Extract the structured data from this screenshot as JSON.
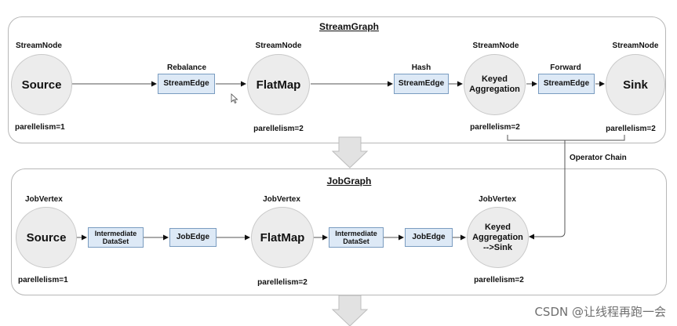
{
  "stream_graph": {
    "title": "StreamGraph",
    "nodes": [
      {
        "type_label": "StreamNode",
        "name": "Source",
        "parallelism": "parellelism=1"
      },
      {
        "type_label": "StreamNode",
        "name": "FlatMap",
        "parallelism": "parellelism=2"
      },
      {
        "type_label": "StreamNode",
        "name": "Keyed\nAggregation",
        "parallelism": "parellelism=2"
      },
      {
        "type_label": "StreamNode",
        "name": "Sink",
        "parallelism": "parellelism=2"
      }
    ],
    "edges": [
      {
        "partition": "Rebalance",
        "label": "StreamEdge"
      },
      {
        "partition": "Hash",
        "label": "StreamEdge"
      },
      {
        "partition": "Forward",
        "label": "StreamEdge"
      }
    ]
  },
  "operator_chain_label": "Operator Chain",
  "job_graph": {
    "title": "JobGraph",
    "vertices": [
      {
        "type_label": "JobVertex",
        "name": "Source",
        "parallelism": "parellelism=1"
      },
      {
        "type_label": "JobVertex",
        "name": "FlatMap",
        "parallelism": "parellelism=2"
      },
      {
        "type_label": "JobVertex",
        "name": "Keyed\nAggregation\n-->Sink",
        "parallelism": "parellelism=2"
      }
    ],
    "datasets": [
      {
        "label": "Intermediate\nDataSet"
      },
      {
        "label": "Intermediate\nDataSet"
      }
    ],
    "edges": [
      {
        "label": "JobEdge"
      },
      {
        "label": "JobEdge"
      }
    ]
  },
  "watermark": "CSDN @让线程再跑一会",
  "colors": {
    "node_fill": "#ececec",
    "edge_box_fill": "#dde9f6",
    "panel_border": "#b7b7b7",
    "transition_arrow": "#d9d9d9"
  }
}
